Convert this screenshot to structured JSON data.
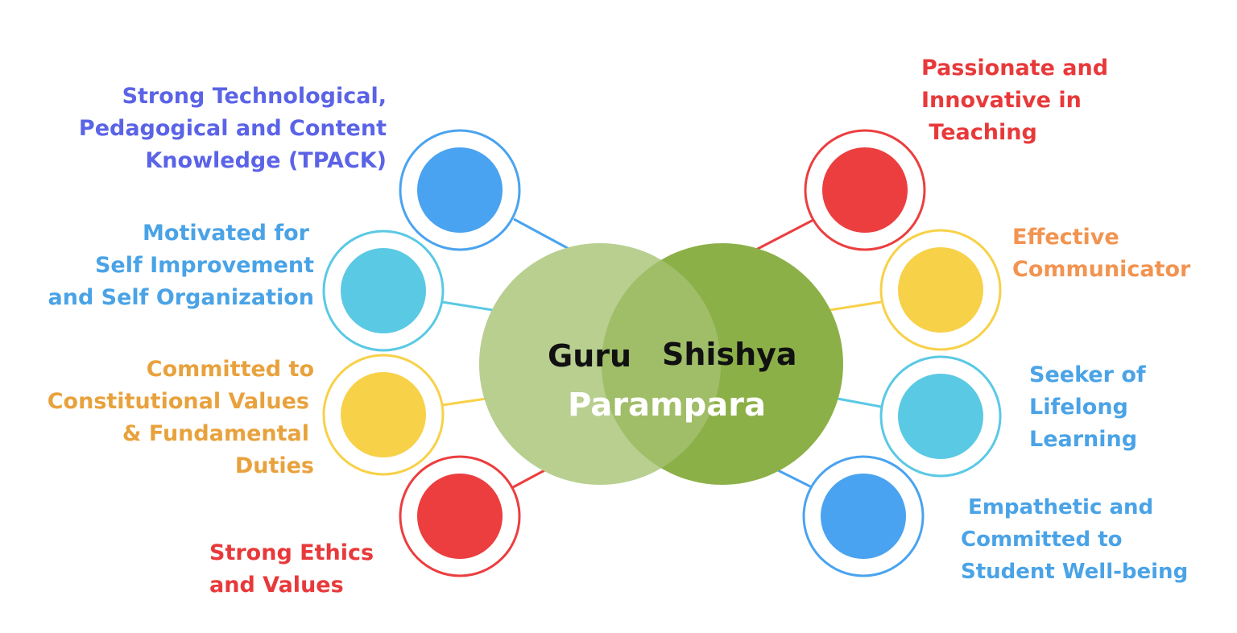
{
  "center": {
    "word_left": "Guru",
    "word_right": "Shishya",
    "word_bottom": "Parampara"
  },
  "colors": {
    "guru_circle": "#b8cf90",
    "shishya_circle": "#8cb048",
    "red": "#ec3e3f",
    "blue": "#4aa3f0",
    "cyan": "#5ac9e4",
    "yellow": "#f7d148",
    "tpack_text": "#5b63e6",
    "motivated_text": "#4aa3e6",
    "constitutional_text": "#e8a23d",
    "ethics_text": "#e8393a",
    "passionate_text": "#e8393a",
    "communicator_text": "#f29451",
    "lifelong_text": "#4aa3e6",
    "empathetic_text": "#4aa3e6"
  },
  "nodes": [
    {
      "id": "tpack",
      "icon": "blue-circle",
      "lines": [
        "Strong Technological,",
        "Pedagogical and Content",
        "Knowledge (TPACK)"
      ]
    },
    {
      "id": "motivated",
      "icon": "cyan-circle",
      "lines": [
        "Motivated for",
        "Self Improvement",
        "and Self Organization"
      ]
    },
    {
      "id": "constitutional",
      "icon": "yellow-circle",
      "lines": [
        "Committed to",
        "Constitutional Values",
        "& Fundamental",
        "Duties"
      ]
    },
    {
      "id": "ethics",
      "icon": "red-circle",
      "lines": [
        "Strong Ethics",
        "and Values"
      ]
    },
    {
      "id": "passionate",
      "icon": "red-circle",
      "lines": [
        "Passionate and",
        "Innovative in",
        " Teaching"
      ]
    },
    {
      "id": "communicator",
      "icon": "yellow-circle",
      "lines": [
        "Effective",
        "Communicator"
      ]
    },
    {
      "id": "lifelong",
      "icon": "cyan-circle",
      "lines": [
        "Seeker of",
        "Lifelong",
        "Learning"
      ]
    },
    {
      "id": "empathetic",
      "icon": "blue-circle",
      "lines": [
        " Empathetic and",
        "Committed to",
        "Student Well-being"
      ]
    }
  ]
}
